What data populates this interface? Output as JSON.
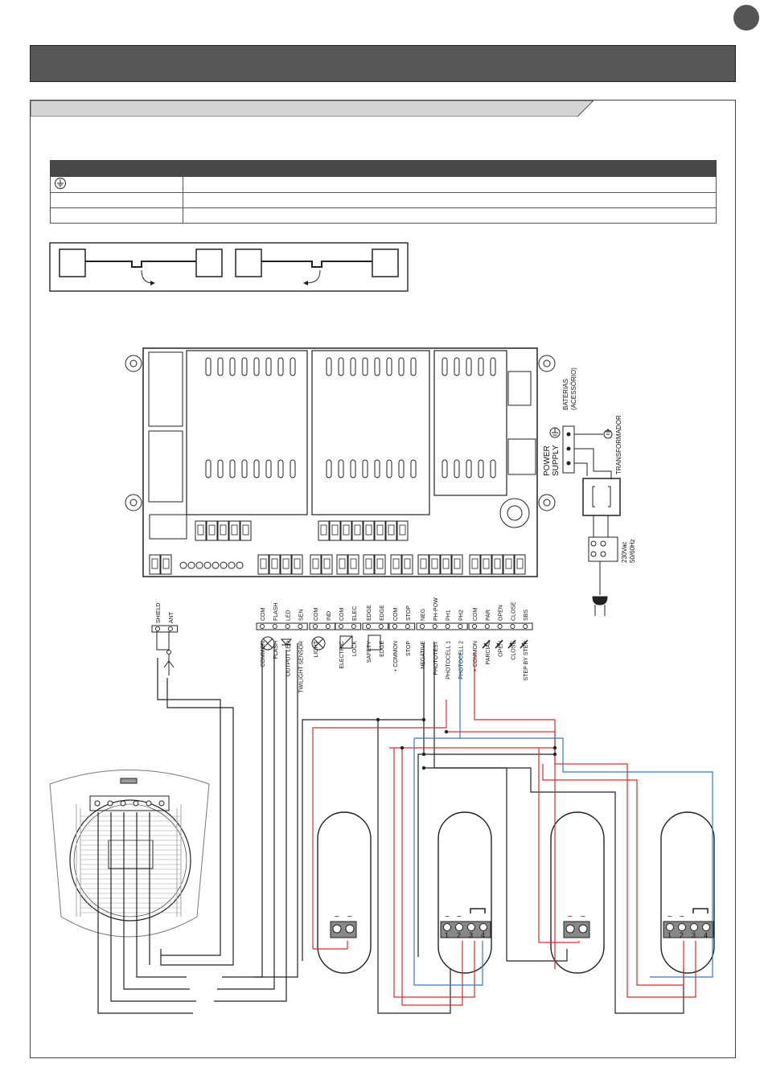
{
  "legend_rows": [
    {
      "icon": "ground-symbol",
      "text": ""
    },
    {
      "icon": "",
      "text": ""
    },
    {
      "icon": "",
      "text": ""
    }
  ],
  "board": {
    "batteries_label_1": "BATERIAS",
    "batteries_label_2": "(ACESSÓRIO)",
    "transformer_label": "TRANSFORMADOR",
    "power_label_1": "POWER",
    "power_label_2": "SUPPLY",
    "mains_label_1": "230Vac",
    "mains_label_2": "50/60Hz"
  },
  "terminals": {
    "antenna": [
      {
        "code": "SHIELD",
        "desc": ""
      },
      {
        "code": "ANT",
        "desc": ""
      }
    ],
    "flash_group": [
      {
        "code": "COM",
        "desc": "COMMON"
      },
      {
        "code": "FLASH",
        "desc": "FLASH"
      },
      {
        "code": "LED",
        "desc": "OUTPUT LED"
      },
      {
        "code": "SEN",
        "desc": "TWILIGHT SENSOR"
      }
    ],
    "light_group": [
      {
        "code": "COM",
        "desc": "LIGHT"
      },
      {
        "code": "IND",
        "desc": ""
      }
    ],
    "lock_group": [
      {
        "code": "COM",
        "desc": "ELECTRIC"
      },
      {
        "code": "ELEC",
        "desc": "LOCK"
      }
    ],
    "edge_group": [
      {
        "code": "EDGE",
        "desc": "SAFETY"
      },
      {
        "code": "EDGE",
        "desc": "EDGE"
      }
    ],
    "stop_group": [
      {
        "code": "COM",
        "desc": "+ COMMON"
      },
      {
        "code": "STOP",
        "desc": "STOP"
      }
    ],
    "photo_group": [
      {
        "code": "NEG",
        "desc": "NEGATIVE"
      },
      {
        "code": "PH-POW",
        "desc": "PHOTOTEST"
      },
      {
        "code": "PH1",
        "desc": "PHOTOCELL 1"
      },
      {
        "code": "PH2",
        "desc": "PHOTOCELL 2"
      }
    ],
    "command_group": [
      {
        "code": "COM",
        "desc": "+ COMMON"
      },
      {
        "code": "PAR",
        "desc": "PARCIAL"
      },
      {
        "code": "OPEN",
        "desc": "OPEN"
      },
      {
        "code": "CLOSE",
        "desc": "CLOSE"
      },
      {
        "code": "SBS",
        "desc": "STEP BY STEP"
      }
    ]
  },
  "photocell_terminals": {
    "tx": [
      "~",
      "~"
    ],
    "rx": [
      "~",
      "~",
      "1",
      "2",
      "3",
      "4"
    ]
  },
  "wire_colors": {
    "red": "#d62d2d",
    "blue": "#3b78c4",
    "black": "#222222"
  }
}
